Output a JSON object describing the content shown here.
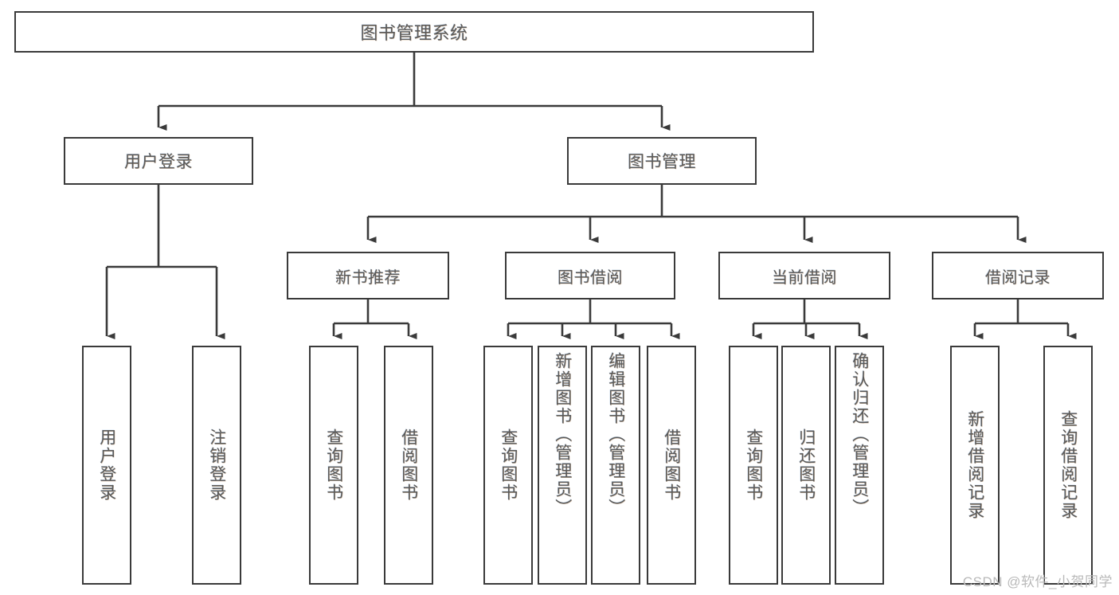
{
  "diagram": {
    "title": "图书管理系统",
    "type": "tree-hierarchy-diagram",
    "watermark": "CSDN @软件_小贺同学",
    "colors": {
      "border": "#3a3a3a",
      "text": "#5a5a5a",
      "background": "#ffffff",
      "watermark": "#b9b9b9"
    },
    "nodes": {
      "root": {
        "label": "图书管理系统"
      },
      "level1": [
        {
          "label": "用户登录"
        },
        {
          "label": "图书管理"
        }
      ],
      "level2": [
        {
          "label": "新书推荐"
        },
        {
          "label": "图书借阅"
        },
        {
          "label": "当前借阅"
        },
        {
          "label": "借阅记录"
        }
      ],
      "leaves": {
        "user_login": [
          {
            "label": "用户登录"
          },
          {
            "label": "注销登录"
          }
        ],
        "new_book_recommend": [
          {
            "label": "查询图书"
          },
          {
            "label": "借阅图书"
          }
        ],
        "book_borrow": [
          {
            "label": "查询图书"
          },
          {
            "label": "新增图书（管理员）"
          },
          {
            "label": "编辑图书（管理员）"
          },
          {
            "label": "借阅图书"
          }
        ],
        "current_borrow": [
          {
            "label": "查询图书"
          },
          {
            "label": "归还图书"
          },
          {
            "label": "确认归还（管理员）"
          }
        ],
        "borrow_record": [
          {
            "label": "新增借阅记录"
          },
          {
            "label": "查询借阅记录"
          }
        ]
      }
    }
  }
}
